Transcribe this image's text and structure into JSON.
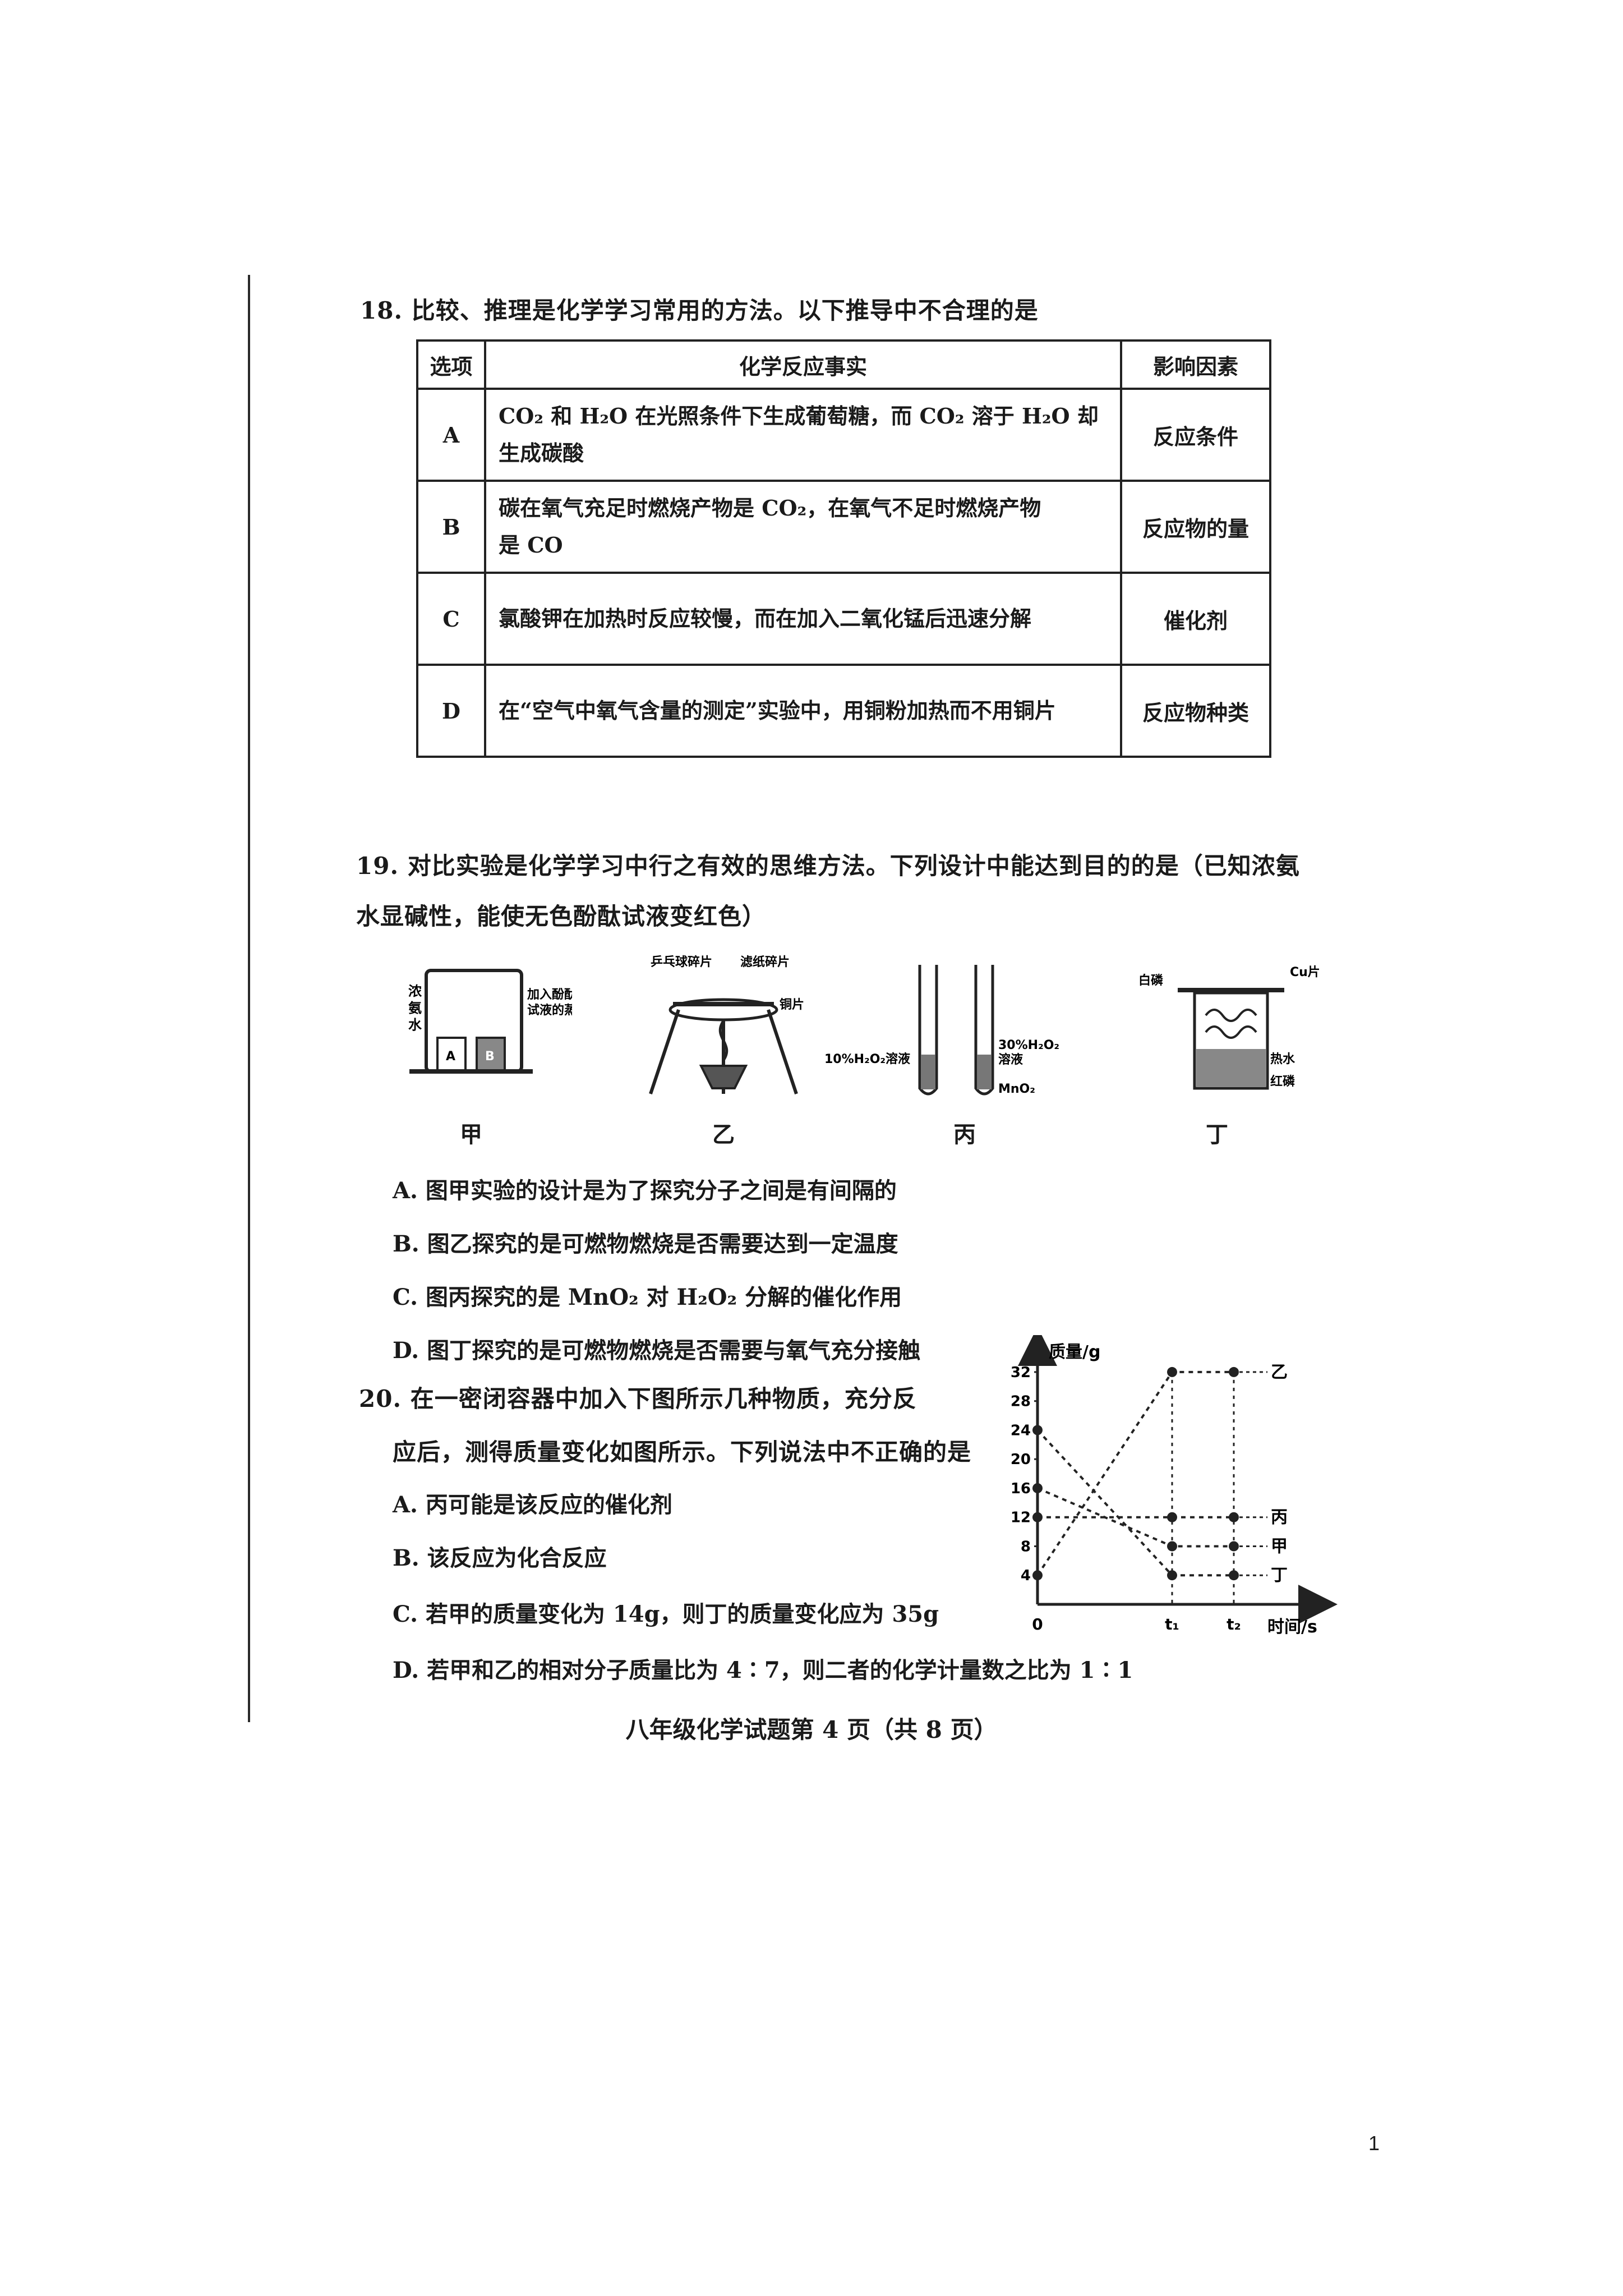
{
  "q18": {
    "title": "18. 比较、推理是化学学习常用的方法。以下推导中不合理的是",
    "headers": [
      "选项",
      "化学反应事实",
      "影响因素"
    ],
    "rows": [
      {
        "option": "A",
        "fact_l1": "CO₂ 和 H₂O 在光照条件下生成葡萄糖，而 CO₂ 溶于 H₂O 却",
        "fact_l2": "生成碳酸",
        "factor": "反应条件"
      },
      {
        "option": "B",
        "fact_l1": "碳在氧气充足时燃烧产物是 CO₂，在氧气不足时燃烧产物",
        "fact_l2": "是 CO",
        "factor": "反应物的量"
      },
      {
        "option": "C",
        "fact_l1": "氯酸钾在加热时反应较慢，而在加入二氧化锰后迅速分解",
        "fact_l2": "",
        "factor": "催化剂"
      },
      {
        "option": "D",
        "fact_l1": "在“空气中氧气含量的测定”实验中，用铜粉加热而不用铜片",
        "fact_l2": "",
        "factor": "反应物种类"
      }
    ]
  },
  "q19": {
    "title_l1": "19. 对比实验是化学学习中行之有效的思维方法。下列设计中能达到目的的是（已知浓氨",
    "title_l2": "水显碱性，能使无色酚酞试液变红色）",
    "figs": {
      "jia": {
        "caption": "甲",
        "label_left": [
          "浓",
          "氨",
          "水"
        ],
        "label_right_l1": "加入酚酞",
        "label_right_l2": "试液的蒸馏水",
        "beaker_a": "A",
        "beaker_b": "B"
      },
      "yi": {
        "caption": "乙",
        "label_left": "乒乓球碎片",
        "label_mid": "滤纸碎片",
        "label_right": "铜片"
      },
      "bing": {
        "caption": "丙",
        "label_left": "10%H₂O₂溶液",
        "label_right_l1": "30%H₂O₂",
        "label_right_l2": "溶液",
        "label_mno2": "MnO₂"
      },
      "ding": {
        "caption": "丁",
        "label_white_p": "白磷",
        "label_cu": "Cu片",
        "label_hot_water": "热水",
        "label_red_p": "红磷"
      }
    },
    "options": [
      "A. 图甲实验的设计是为了探究分子之间是有间隔的",
      "B. 图乙探究的是可燃物燃烧是否需要达到一定温度",
      "C. 图丙探究的是 MnO₂ 对 H₂O₂ 分解的催化作用",
      "D. 图丁探究的是可燃物燃烧是否需要与氧气充分接触"
    ]
  },
  "q20": {
    "title_l1": "20. 在一密闭容器中加入下图所示几种物质，充分反",
    "title_l2": "应后，测得质量变化如图所示。下列说法中不正确的是",
    "options": [
      "A. 丙可能是该反应的催化剂",
      "B. 该反应为化合反应",
      "C. 若甲的质量变化为 14g，则丁的质量变化应为 35g",
      "D. 若甲和乙的相对分子质量比为 4∶7，则二者的化学计量数之比为 1∶1"
    ]
  },
  "chart_data": {
    "type": "line",
    "ylabel": "质量/g",
    "xlabel": "时间/s",
    "x_ticks": [
      "0",
      "t₁",
      "t₂"
    ],
    "y_ticks": [
      4,
      8,
      12,
      16,
      20,
      24,
      28,
      32
    ],
    "ylim": [
      0,
      34
    ],
    "series": [
      {
        "name": "乙",
        "values": [
          4,
          32,
          32
        ]
      },
      {
        "name": "丙",
        "values": [
          12,
          12,
          12
        ]
      },
      {
        "name": "甲",
        "values": [
          16,
          8,
          8
        ]
      },
      {
        "name": "丁",
        "values": [
          24,
          4,
          4
        ]
      }
    ],
    "grid": false
  },
  "footer": "八年级化学试题第 4 页（共 8 页）",
  "page_number": "1"
}
